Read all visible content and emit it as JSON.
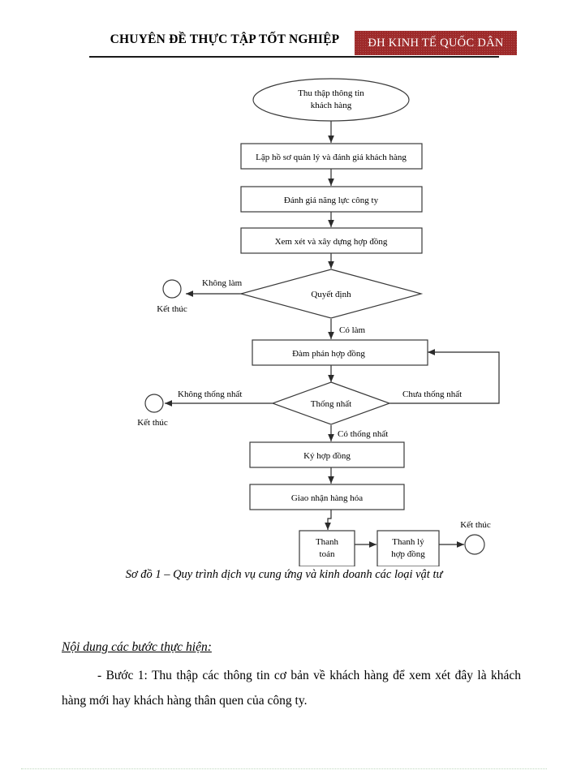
{
  "header": {
    "title": "CHUYÊN ĐỀ THỰC TẬP TỐT NGHIỆP",
    "badge": "ĐH KINH TẾ QUỐC DÂN",
    "badge_color": "#9e2a2a"
  },
  "flowchart": {
    "nodes": {
      "start": "Thu thập thông tin\nkhách hàng",
      "start_line1": "Thu thập thông tin",
      "start_line2": "khách hàng",
      "profile": "Lập hồ sơ quản lý và đánh giá khách hàng",
      "capacity": "Đánh giá năng lực công ty",
      "contract_build": "Xem xét và xây dựng hợp đồng",
      "decision": "Quyết định",
      "negotiate": "Đàm phán hợp đồng",
      "agreement": "Thống nhất",
      "sign": "Ký hợp đồng",
      "delivery": "Giao nhận hàng hóa",
      "payment_line1": "Thanh",
      "payment_line2": "toán",
      "liquidate_line1": "Thanh lý",
      "liquidate_line2": "hợp đồng"
    },
    "edge_labels": {
      "no_deal": "Không làm",
      "yes_deal": "Có làm",
      "not_agreed": "Không thống nhất",
      "not_yet_agreed": "Chưa thống nhất",
      "agreed": "Có thống nhất"
    },
    "terminators": {
      "end_decision": "Kết thúc",
      "end_agreement": "Kết thúc",
      "end_final": "Kết thúc"
    }
  },
  "caption": "Sơ đồ 1 – Quy trình dịch vụ cung ứng và kinh doanh các loại vật tư",
  "body": {
    "heading": "Nội dung các bước thực hiện:",
    "paragraph_1": "- Bước 1: Thu thập các thông tin cơ bản về khách hàng để xem xét đây là khách hàng mới hay khách hàng thân quen của công ty."
  }
}
